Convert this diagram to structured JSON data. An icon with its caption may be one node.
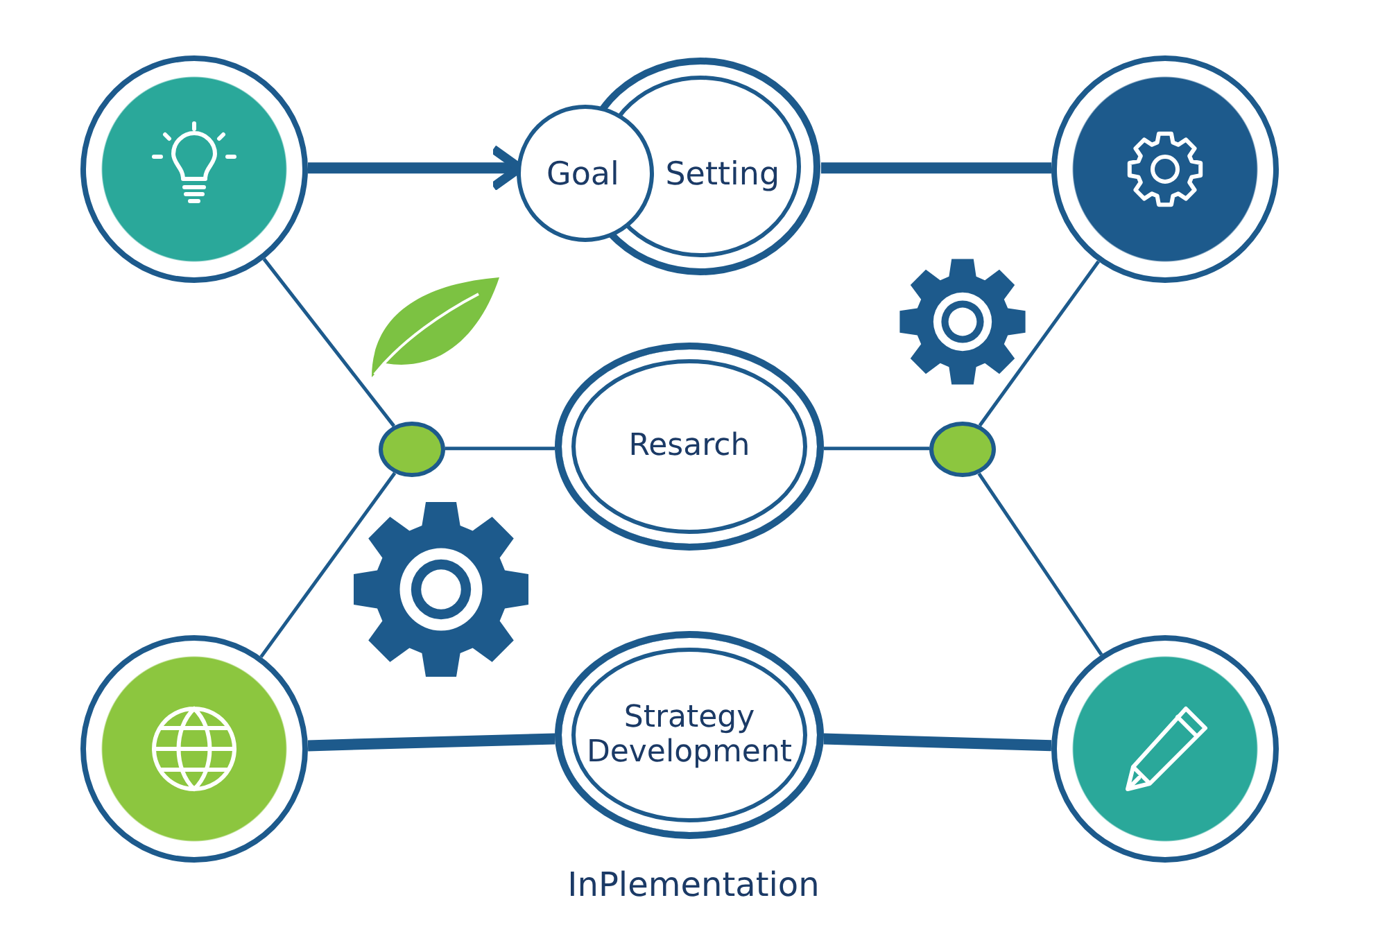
{
  "diagram": {
    "nodes": [
      {
        "text": [],
        "shape": "circle"
      },
      {
        "text": [
          "Goal Setting"
        ]
      },
      {
        "text": [],
        "shape": "circle"
      },
      {
        "text": [],
        "shape": "circle"
      },
      {
        "text": [
          "Resarch"
        ]
      },
      {
        "text": [],
        "shape": "circle"
      },
      {
        "text": [],
        "shape": "circle"
      },
      {
        "text": [
          "Strategy Development"
        ]
      },
      {
        "text": [],
        "shape": "circle"
      }
    ],
    "edges": [
      {
        "from": 0,
        "to": 1,
        "arrow": "to",
        "style": "thick"
      },
      {
        "from": 1,
        "to": 2,
        "arrow": "none",
        "style": "thick"
      },
      {
        "from": 0,
        "to": 3,
        "arrow": "none"
      },
      {
        "from": 3,
        "to": 4,
        "arrow": "none"
      },
      {
        "from": 4,
        "to": 5,
        "arrow": "none"
      },
      {
        "from": 2,
        "to": 5,
        "arrow": "none"
      },
      {
        "from": 3,
        "to": 6,
        "arrow": "none"
      },
      {
        "from": 5,
        "to": 8,
        "arrow": "none"
      },
      {
        "from": 6,
        "to": 7,
        "arrow": "none",
        "style": "thick"
      },
      {
        "from": 7,
        "to": 8,
        "arrow": "none",
        "style": "thick"
      }
    ],
    "labels": [
      "InPlementation"
    ]
  }
}
